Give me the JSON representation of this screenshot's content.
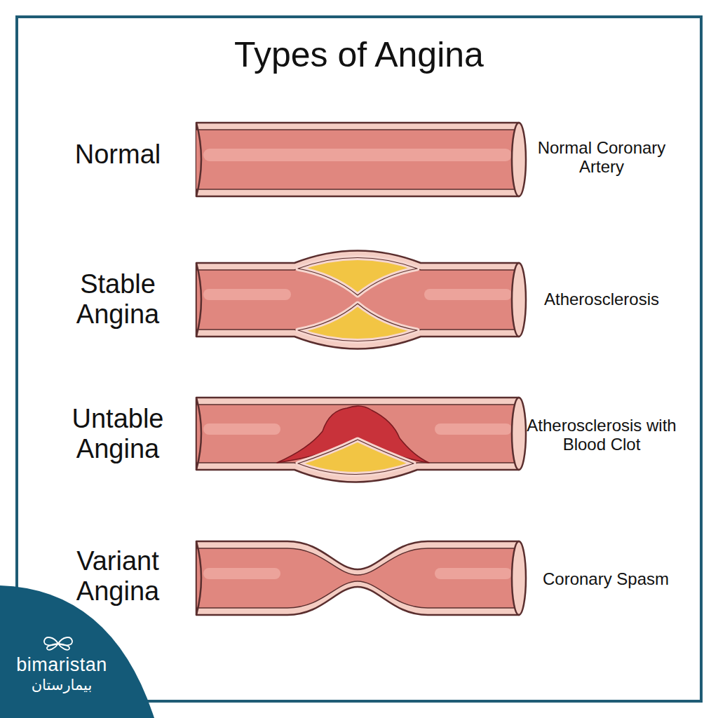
{
  "diagram": {
    "title": "Types of Angina",
    "nodes": [
      {
        "text": [
          "bimaristan",
          "بيمارستان"
        ]
      }
    ],
    "labels": [
      "Normal",
      "Normal Coronary Artery",
      "Stable Angina",
      "Atherosclerosis",
      "Untable Angina",
      "Atherosclerosis with Blood Clot",
      "Variant Angina",
      "Coronary Spasm"
    ]
  }
}
